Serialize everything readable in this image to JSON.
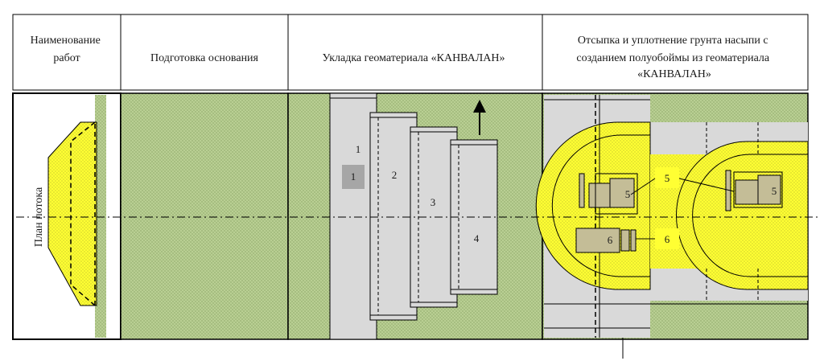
{
  "header": {
    "col1": [
      "Наименование",
      "работ"
    ],
    "col2": "Подготовка основания",
    "col3": "Укладка геоматериала «КАНВАЛАН»",
    "col4": [
      "Отсыпка и уплотнение грунта насыпи с",
      "созданием полуобоймы из геоматериала",
      "«КАНВАЛАН»"
    ]
  },
  "side_label": "План потока",
  "strip_labels": {
    "s1_top": "1",
    "s1_box": "1",
    "s2": "2",
    "s3": "3",
    "s4": "4"
  },
  "machine_labels": {
    "m1": "5",
    "m2": "5",
    "callout5": "5",
    "callout6": "6",
    "roller": "6"
  },
  "colors": {
    "green_fill": "#b9cf93",
    "yellow_fill": "#ffff33",
    "gray_fill": "#d9d9d9",
    "dark_gray": "#a6a6a6",
    "machine_fill": "#c4bd97"
  }
}
